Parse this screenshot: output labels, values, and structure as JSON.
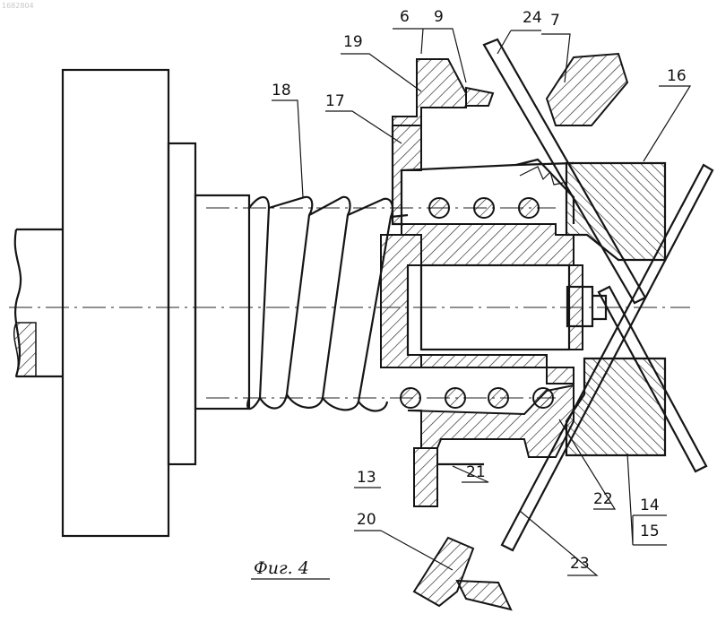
{
  "figure": {
    "caption": "Фиг. 4",
    "corner_mark": "1682804",
    "labels": {
      "l6": "6",
      "l9": "9",
      "l24": "24",
      "l7": "7",
      "l19": "19",
      "l16": "16",
      "l18": "18",
      "l17": "17",
      "l13": "13",
      "l20": "20",
      "l21": "21",
      "l22": "22",
      "l14": "14",
      "l15": "15",
      "l23": "23"
    }
  }
}
